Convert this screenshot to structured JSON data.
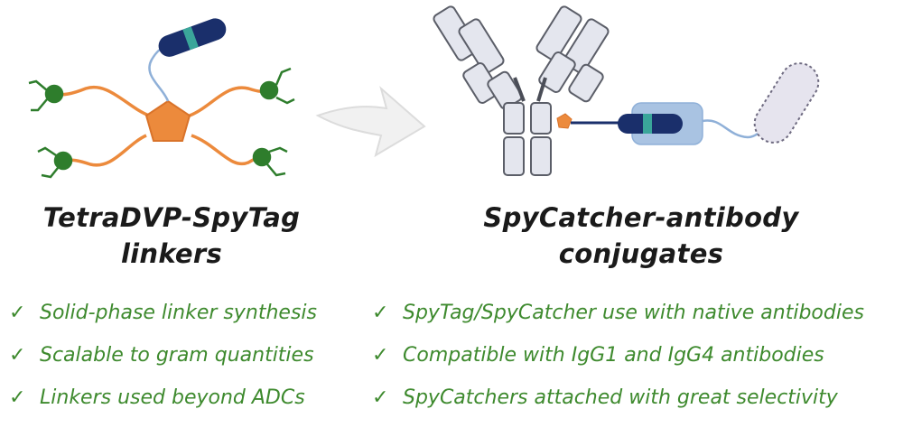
{
  "left_title": {
    "line1": "TetraDVP-SpyTag",
    "line2": "linkers"
  },
  "right_title": {
    "line1": "SpyCatcher-antibody",
    "line2": "conjugates"
  },
  "check_symbol": "✓",
  "left_list": [
    "Solid-phase linker synthesis",
    "Scalable to gram quantities",
    "Linkers used beyond ADCs"
  ],
  "right_list": [
    "SpyTag/SpyCatcher use with native antibodies",
    "Compatible with IgG1 and IgG4 antibodies",
    "SpyCatchers attached with great selectivity"
  ],
  "icons": [
    "tetradvp-linker-icon",
    "arrow-icon",
    "antibody-icon",
    "spycatcher-icon",
    "payload-icon"
  ],
  "colors": {
    "orange": "#ec8a3c",
    "green_node": "#2e7d2c",
    "navy": "#1a2f6b",
    "teal": "#3aa69a",
    "light_blue": "#a9c3e2",
    "antibody_fill": "#e4e6ee",
    "antibody_stroke": "#5b5e68",
    "text_green": "#3e8a2e"
  }
}
